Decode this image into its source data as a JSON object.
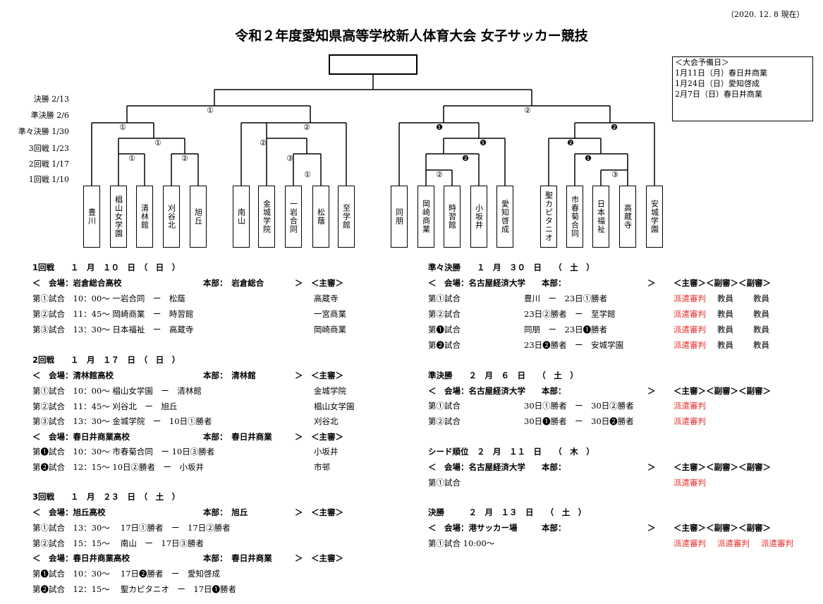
{
  "date": "（2020. 12. 8 現在）",
  "title": "令和２年度愛知県高等学校新人体育大会 女子サッカー競技",
  "reserve": {
    "heading": "＜大会予備日＞",
    "days": [
      "1月11日（月）春日井商業",
      "1月24日（日）愛知啓成",
      "2月7日（日）春日井商業"
    ]
  },
  "round_labels": [
    "決勝 2/13",
    "準決勝 2/6",
    "準々決勝 1/30",
    "3回戦 1/23",
    "2回戦 1/17",
    "1回戦 1/10"
  ],
  "marks": {
    "l_top": "①",
    "r_top": "②",
    "l1_a": "①",
    "l1_b": "②",
    "l1a_a": "①",
    "l1a_b": "①",
    "l1b_a": "②",
    "l1b_b": "③",
    "l1b_c": "①",
    "r1_a": "❶",
    "r1_b": "❷",
    "r1a_a": "❶",
    "r1a_b": "❷",
    "r1a_c": "②",
    "r1b_a": "❷",
    "r1b_b": "❶",
    "r1b_c": "③"
  },
  "teams": [
    "豊川",
    "椙山女学園",
    "清林館",
    "刈谷北",
    "旭丘",
    "南山",
    "金城学院",
    "一岩合同",
    "松蔭",
    "至学館",
    "同朋",
    "岡崎商業",
    "時習館",
    "小坂井",
    "愛知啓成",
    "聖カピタニオ",
    "市春菊合同",
    "日本福祉",
    "高蔵寺",
    "安城学園"
  ],
  "left": {
    "r1": {
      "heading": "1回戦　　１　月　１０　日　（　日　）",
      "venue": "＜　会場：岩倉総合高校",
      "hq": "本部：　岩倉総合",
      "ref_head": "＞　＜主審＞",
      "matches": [
        {
          "label": "第①試合　10：00～ 一岩合同　ー　松蔭",
          "ref": "高蔵寺"
        },
        {
          "label": "第②試合　11：45～ 岡崎商業　ー　時習館",
          "ref": "一宮商業"
        },
        {
          "label": "第③試合　13：30～ 日本福祉　ー　高蔵寺",
          "ref": "岡崎商業"
        }
      ]
    },
    "r2": {
      "heading": "2回戦　　１　月　１７　日　（　日　）",
      "venue": "＜　会場：清林館高校",
      "hq": "本部：　清林館",
      "ref_head": "＞　＜主審＞",
      "matches": [
        {
          "label": "第①試合　10：00～ 椙山女学園　ー　清林館",
          "ref": "金城学院"
        },
        {
          "label": "第②試合　11：45～ 刈谷北　ー　旭丘",
          "ref": "椙山女学園"
        },
        {
          "label": "第③試合　13：30～ 金城学院　ー　10日①勝者",
          "ref": "刈谷北"
        }
      ],
      "venue2": "＜　会場：春日井商業高校",
      "hq2": "本部：　春日井商業",
      "ref_head2": "＞　＜主審＞",
      "matches2": [
        {
          "label": "第❶試合　10：30～ 市春菊合同　ー 10日③勝者",
          "ref": "小坂井"
        },
        {
          "label": "第❷試合　12：15～ 10日②勝者　ー　小坂井",
          "ref": "市邨"
        }
      ]
    },
    "r3": {
      "heading": "3回戦　　１　月　２３　日　（　土　）",
      "venue": "＜　会場：旭丘高校",
      "hq": "本部：　旭丘",
      "ref_head": "＞　＜主審＞",
      "matches": [
        {
          "label": "第①試合　13：30～　 17日①勝者　ー　17日②勝者"
        },
        {
          "label": "第②試合　15：15～　 南山　ー　17日③勝者"
        }
      ],
      "venue2": "＜　会場：春日井商業高校",
      "hq2": "本部：　春日井商業",
      "ref_head2": "＞　＜主審＞",
      "matches2": [
        {
          "label": "第❶試合　10：30～　 17日❷勝者　ー　愛知啓成"
        },
        {
          "label": "第❷試合　12：15～　 聖カピタニオ　ー　17日❶勝者"
        }
      ]
    }
  },
  "right": {
    "qf": {
      "heading": "準々決勝　　１　月　３０　日　　（　土　）",
      "venue": "＜　会場：名古屋経済大学　　本部：",
      "gt": "＞",
      "ref_head": "＜主審＞＜副審＞＜副審＞",
      "matches": [
        {
          "label": "第①試合",
          "pair": "豊川　ー　23日①勝者",
          "refs": [
            "派遣審判",
            "教員",
            "教員"
          ]
        },
        {
          "label": "第②試合",
          "pair": "23日②勝者　ー　至学館",
          "refs": [
            "派遣審判",
            "教員",
            "教員"
          ]
        },
        {
          "label": "第❶試合",
          "pair": "同朋　ー　23日❶勝者",
          "refs": [
            "派遣審判",
            "教員",
            "教員"
          ]
        },
        {
          "label": "第❷試合",
          "pair": "23日❷勝者　ー　安城学園",
          "refs": [
            "派遣審判",
            "教員",
            "教員"
          ]
        }
      ]
    },
    "sf": {
      "heading": "準決勝　　２　月　６　日　　（　土　）",
      "venue": "＜　会場：名古屋経済大学　　本部：",
      "gt": "＞",
      "ref_head": "＜主審＞＜副審＞＜副審＞",
      "matches": [
        {
          "label": "第①試合",
          "pair": "30日①勝者　ー　30日②勝者",
          "ref": "派遣審判"
        },
        {
          "label": "第②試合",
          "pair": "30日❶勝者　ー　30日❷勝者",
          "ref": "派遣審判"
        }
      ]
    },
    "seed": {
      "heading": "シード順位　２　月　１１　日　　（　木　）",
      "venue": "＜　会場：名古屋経済大学　　本部：",
      "gt": "＞",
      "ref_head": "＜主審＞＜副審＞＜副審＞",
      "match": "第①試合",
      "ref": "派遣審判"
    },
    "final": {
      "heading": "決勝　　　２　月　１３　日　　（　土　）",
      "venue": "＜　会場：港サッカー場　　　本部：",
      "gt": "＞",
      "ref_head": "＜主審＞＜副審＞＜副審＞",
      "match": "第①試合 10:00～",
      "refs": [
        "派遣審判",
        "派遣審判",
        "派遣審判"
      ]
    }
  }
}
